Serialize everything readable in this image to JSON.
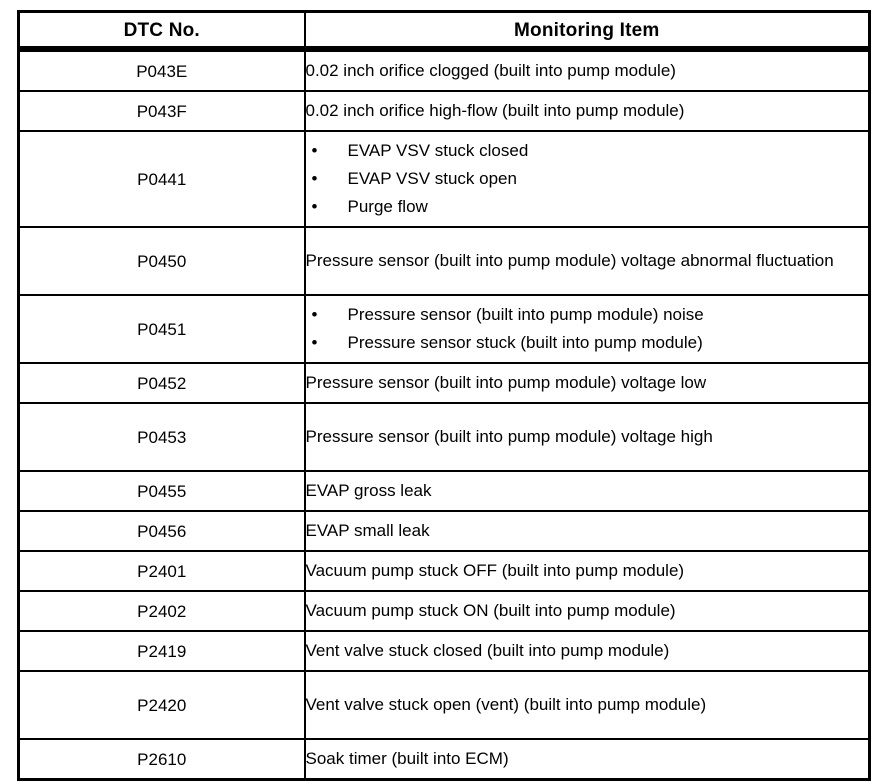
{
  "table": {
    "headers": {
      "dtc": "DTC No.",
      "item": "Monitoring Item"
    },
    "bullet_glyph": "•",
    "rows": [
      {
        "dtc": "P043E",
        "type": "plain",
        "item": "0.02 inch orifice clogged (built into pump module)"
      },
      {
        "dtc": "P043F",
        "type": "plain",
        "item": "0.02 inch orifice high-flow (built into pump module)"
      },
      {
        "dtc": "P0441",
        "type": "bullets",
        "items": [
          "EVAP VSV stuck closed",
          "EVAP VSV stuck open",
          "Purge flow"
        ]
      },
      {
        "dtc": "P0450",
        "type": "plain",
        "item": "Pressure sensor (built into pump module) voltage abnormal fluctuation"
      },
      {
        "dtc": "P0451",
        "type": "bullets",
        "items": [
          "Pressure sensor (built into pump module) noise",
          "Pressure sensor stuck (built into pump module)"
        ]
      },
      {
        "dtc": "P0452",
        "type": "plain",
        "item": "Pressure sensor (built into pump module) voltage low"
      },
      {
        "dtc": "P0453",
        "type": "plain",
        "item": "Pressure sensor (built into pump module) voltage high"
      },
      {
        "dtc": "P0455",
        "type": "plain",
        "item": "EVAP gross leak"
      },
      {
        "dtc": "P0456",
        "type": "plain",
        "item": "EVAP small leak"
      },
      {
        "dtc": "P2401",
        "type": "plain",
        "item": "Vacuum pump stuck OFF (built into pump module)"
      },
      {
        "dtc": "P2402",
        "type": "plain",
        "item": "Vacuum pump stuck ON (built into pump module)"
      },
      {
        "dtc": "P2419",
        "type": "plain",
        "item": "Vent valve stuck closed (built into pump module)"
      },
      {
        "dtc": "P2420",
        "type": "plain",
        "item": "Vent valve stuck open (vent) (built into pump module)"
      },
      {
        "dtc": "P2610",
        "type": "plain",
        "item": "Soak timer (built into ECM)"
      }
    ]
  },
  "colors": {
    "rule": "#000000",
    "background": "#ffffff",
    "text": "#000000"
  }
}
